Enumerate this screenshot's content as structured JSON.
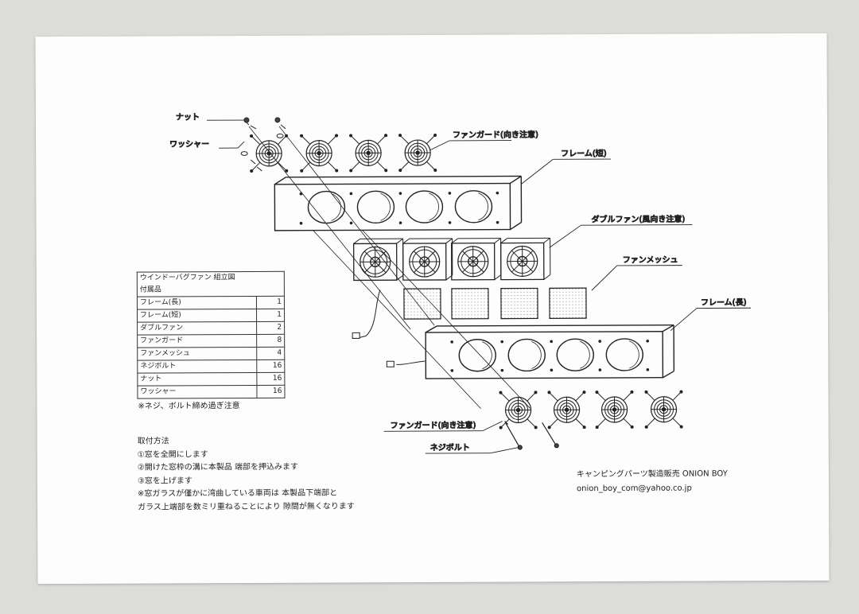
{
  "labels": {
    "nut": "ナット",
    "washer": "ワッシャー",
    "fan_guard_top": "ファンガード(向き注意)",
    "frame_short": "フレーム(短)",
    "double_fan": "ダブルファン(風向き注意)",
    "fan_mesh": "ファンメッシュ",
    "frame_long": "フレーム(長)",
    "fan_guard_bottom": "ファンガード(向き注意)",
    "screw_bolt": "ネジボルト"
  },
  "parts_table": {
    "title": "ウインドーバグファン 組立図",
    "subtitle": "付属品",
    "rows": [
      {
        "name": "フレーム(長)",
        "qty": "1"
      },
      {
        "name": "フレーム(短)",
        "qty": "1"
      },
      {
        "name": "ダブルファン",
        "qty": "2"
      },
      {
        "name": "ファンガード",
        "qty": "8"
      },
      {
        "name": "ファンメッシュ",
        "qty": "4"
      },
      {
        "name": "ネジボルト",
        "qty": "16"
      },
      {
        "name": "ナット",
        "qty": "16"
      },
      {
        "name": "ワッシャー",
        "qty": "16"
      }
    ]
  },
  "note": "※ネジ、ボルト締め過ぎ注意",
  "instructions": {
    "heading": "取付方法",
    "steps": [
      "①窓を全開にします",
      "②開けた窓枠の溝に本製品 端部を押込みます",
      "③窓を上げます",
      "※窓ガラスが僅かに湾曲している車両は 本製品下端部と",
      "ガラス上端部を数ミリ重ねることにより 隙間が無くなります"
    ]
  },
  "brand": {
    "line1": "キャンピングパーツ製造販売 ONION BOY",
    "email": "onion_boy_com@yahoo.co.jp"
  }
}
